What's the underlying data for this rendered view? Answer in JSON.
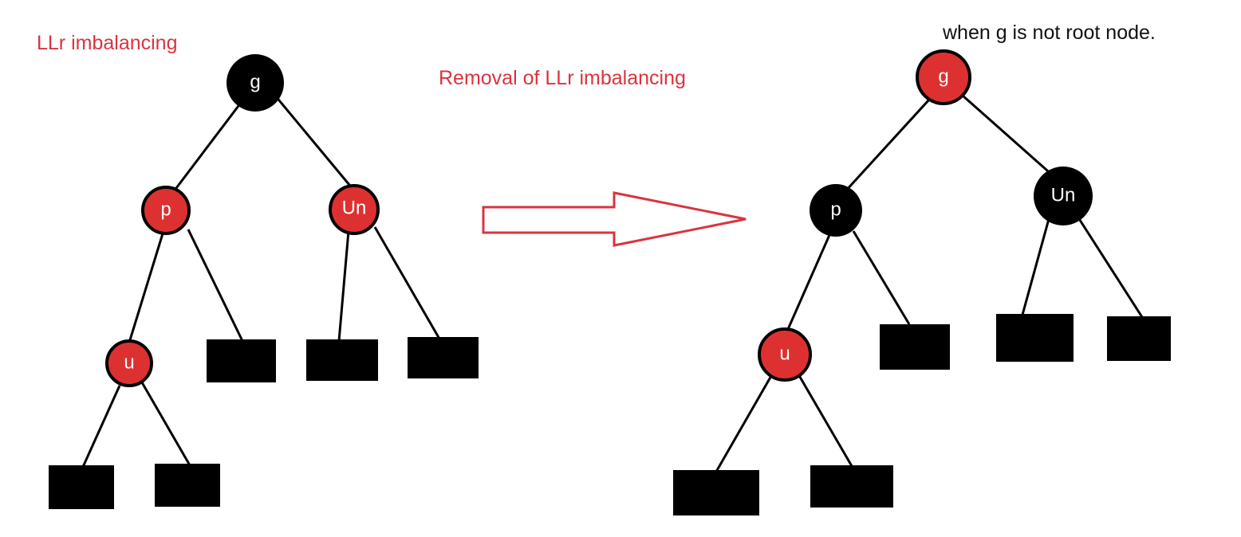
{
  "labels": {
    "left_title": "LLr imbalancing",
    "middle_title": "Removal of LLr imbalancing",
    "right_title": "when g is not root node."
  },
  "colors": {
    "red_node": "#dd3131",
    "black_node": "#000000",
    "red_text": "#d9343f",
    "arrow_outline": "#d9343f"
  },
  "before_tree": {
    "nodes": [
      {
        "id": "g",
        "label": "g",
        "color": "black"
      },
      {
        "id": "p",
        "label": "p",
        "color": "red"
      },
      {
        "id": "un",
        "label": "Un",
        "color": "red"
      },
      {
        "id": "u",
        "label": "u",
        "color": "red"
      }
    ]
  },
  "after_tree": {
    "nodes": [
      {
        "id": "g",
        "label": "g",
        "color": "red"
      },
      {
        "id": "p",
        "label": "p",
        "color": "black"
      },
      {
        "id": "un",
        "label": "Un",
        "color": "black"
      },
      {
        "id": "u",
        "label": "u",
        "color": "red"
      }
    ]
  }
}
